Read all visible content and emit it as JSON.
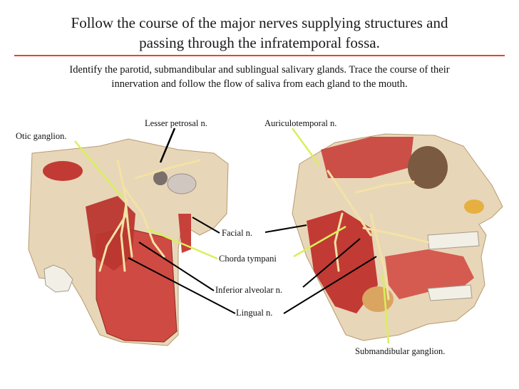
{
  "slide": {
    "title_line1": "Follow the course of the major nerves supplying structures and",
    "title_line2": "passing through the infratemporal fossa.",
    "subtitle_line1": "Identify the parotid, submandibular and sublingual salivary glands. Trace the course of their",
    "subtitle_line2": "innervation and follow the flow of saliva from each gland to the mouth."
  },
  "labels": {
    "otic_ganglion": "Otic ganglion.",
    "lesser_petrosal": "Lesser petrosal n.",
    "auriculotemporal": "Auriculotemporal n.",
    "facial": "Facial n.",
    "chorda_tympani": "Chorda tympani",
    "inferior_alveolar": "Inferior alveolar n.",
    "lingual": "Lingual n.",
    "submandibular_ganglion": "Submandibular ganglion."
  },
  "colors": {
    "accent_rule": "#e0472a",
    "pointer_yellow": "#d8f05a",
    "pointer_black": "#000000",
    "muscle": "#c8403a",
    "bone": "#e8d6b8",
    "nerve": "#f3e2a6"
  }
}
